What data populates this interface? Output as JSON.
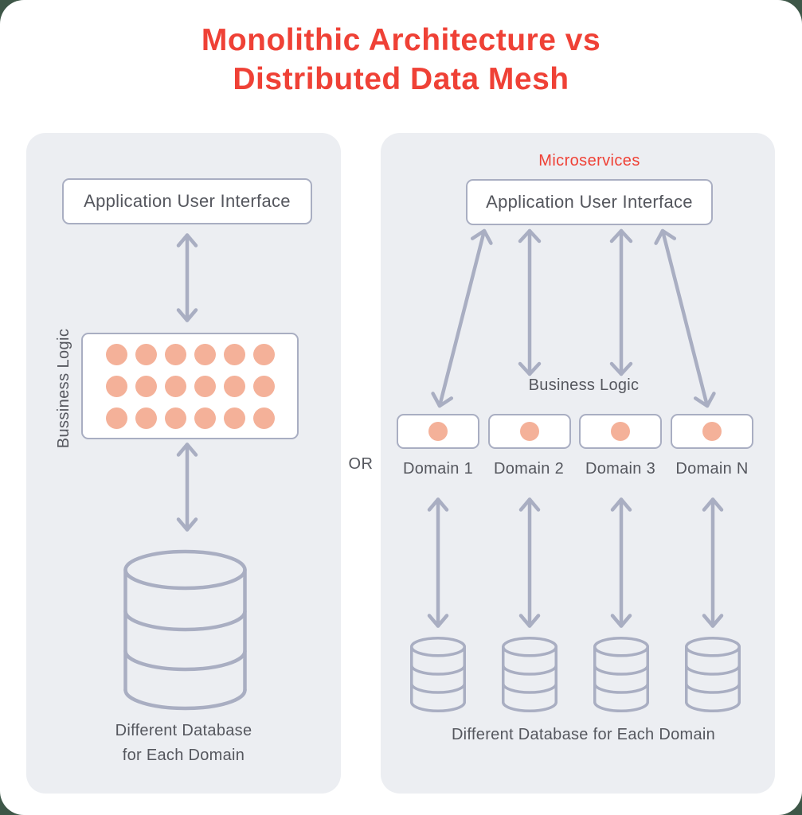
{
  "title": {
    "line1": "Monolithic Architecture vs",
    "line2": "Distributed Data Mesh"
  },
  "divider": {
    "or_label": "OR"
  },
  "left_panel": {
    "ui_box_label": "Application User Interface",
    "business_logic_label": "Bussiness Logic",
    "dot_count": 18,
    "database_caption_line1": "Different Database",
    "database_caption_line2": "for Each Domain"
  },
  "right_panel": {
    "heading": "Microservices",
    "ui_box_label": "Application User Interface",
    "business_logic_label": "Business Logic",
    "domains": [
      {
        "label": "Domain 1"
      },
      {
        "label": "Domain 2"
      },
      {
        "label": "Domain 3"
      },
      {
        "label": "Domain N"
      }
    ],
    "database_caption": "Different Database for Each Domain"
  },
  "colors": {
    "title_red": "#EF4136",
    "accent_salmon": "#F4B199",
    "line_gray": "#A9AEC2",
    "panel_bg": "#ECEEF2",
    "text_gray": "#55575E",
    "card_bg": "#FFFFFF",
    "page_bg": "#3E5748"
  }
}
